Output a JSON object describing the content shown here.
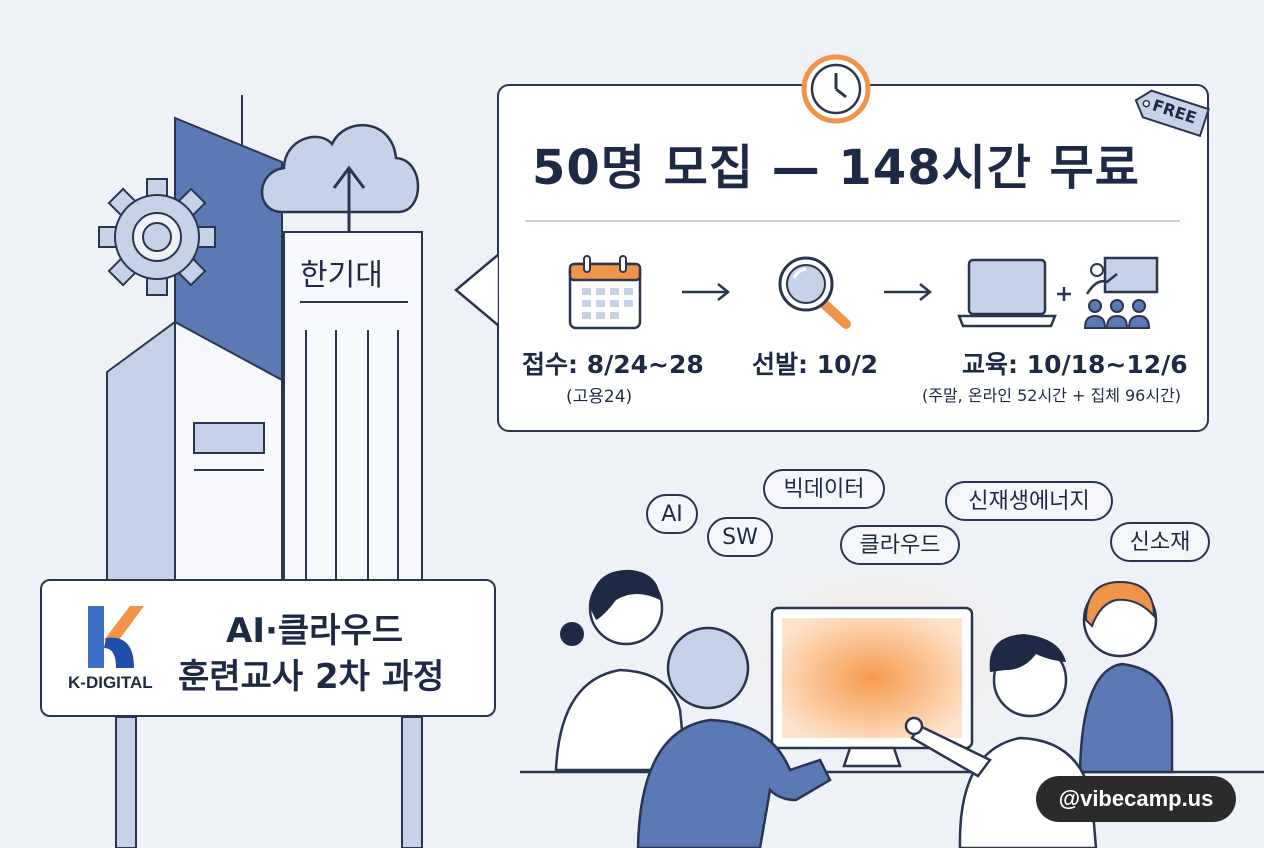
{
  "headline": "50명 모집 — 148시간 무료",
  "free_tag": "FREE",
  "steps": {
    "apply": {
      "label": "접수: 8/24~28",
      "note": "(고용24)",
      "icon": "calendar-icon"
    },
    "select": {
      "label": "선발: 10/2",
      "icon": "magnifier-icon"
    },
    "train": {
      "label": "교육: 10/18~12/6",
      "note": "(주말, 온라인 52시간 + 집체 96시간)",
      "icon": "laptop-classroom-icon"
    }
  },
  "topics": [
    "AI",
    "SW",
    "빅데이터",
    "클라우드",
    "신재생에너지",
    "신소재"
  ],
  "building_label": "한기대",
  "sign": {
    "logo_text": "K-DIGITAL",
    "title_line1": "AI·클라우드",
    "title_line2": "훈련교사 2차 과정"
  },
  "watermark": "@vibecamp.us",
  "colors": {
    "navy": "#1e2a45",
    "blue": "#5b7ab5",
    "light_blue": "#c5d2e8",
    "orange": "#f0944a",
    "background": "#eef1f6"
  }
}
